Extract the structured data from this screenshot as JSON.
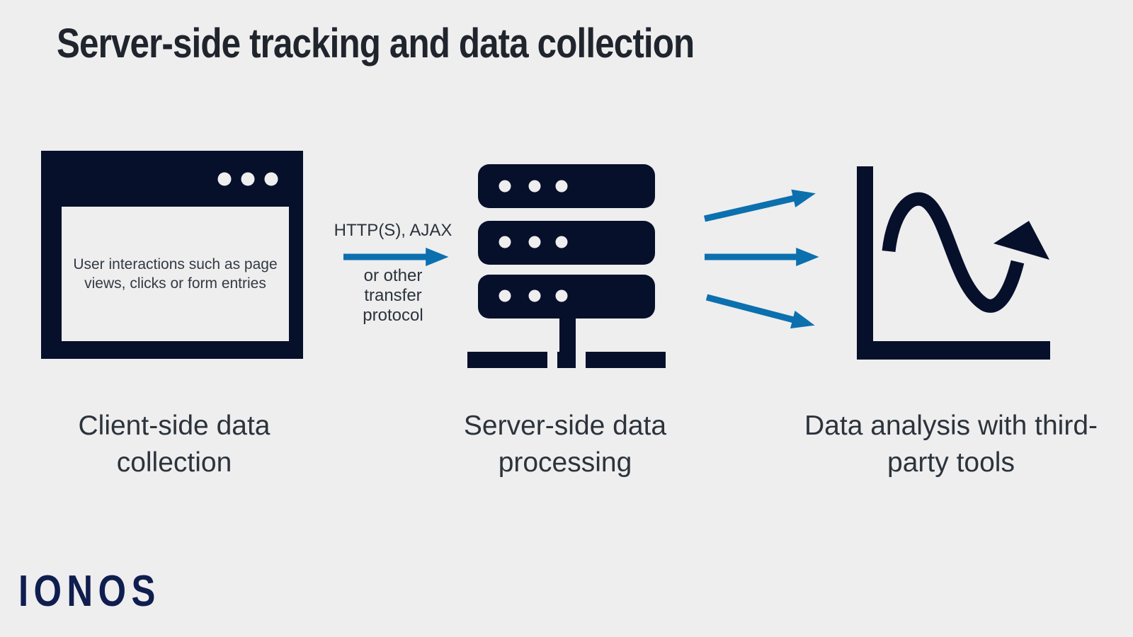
{
  "title": "Server-side tracking and data collection",
  "colors": {
    "background": "#EEEEEF",
    "icon_navy": "#06102B",
    "arrow_blue": "#0C70AE",
    "title_text": "#20252D",
    "caption_text": "#2C333B",
    "logo_navy": "#101D4F"
  },
  "steps": {
    "client": {
      "caption": "Client-side data collection",
      "window_note": "User interactions such as page views, clicks or form entries"
    },
    "server": {
      "caption": "Server-side data processing"
    },
    "analysis": {
      "caption": "Data analysis with third-party tools"
    }
  },
  "transfer": {
    "protocol_label": "HTTP(S), AJAX",
    "alternative_label": "or other transfer protocol"
  },
  "logo": {
    "brand": "IONOS"
  }
}
